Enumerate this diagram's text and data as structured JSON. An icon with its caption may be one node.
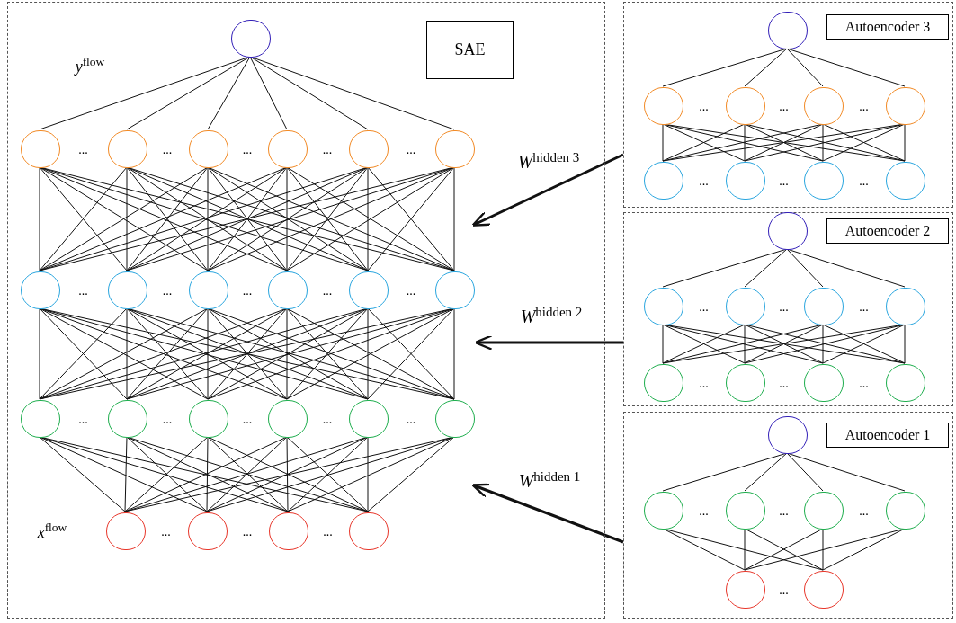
{
  "diagram": {
    "nodes": [
      {
        "text": [],
        "shape": "box"
      },
      {
        "text": [
          "SAE"
        ],
        "in": 0
      },
      {
        "text": [],
        "shape": "circle",
        "in": 0
      },
      {
        "text": [],
        "shape": "circle",
        "in": 0
      },
      {
        "text": [],
        "shape": "circle",
        "in": 0
      },
      {
        "text": [],
        "shape": "circle",
        "in": 0
      },
      {
        "text": [],
        "shape": "circle",
        "in": 0
      },
      {
        "text": [],
        "shape": "circle",
        "in": 0
      },
      {
        "text": [],
        "shape": "circle",
        "in": 0
      },
      {
        "text": [],
        "shape": "circle",
        "in": 0
      },
      {
        "text": [],
        "shape": "circle",
        "in": 0
      },
      {
        "text": [],
        "shape": "circle",
        "in": 0
      },
      {
        "text": [],
        "shape": "circle",
        "in": 0
      },
      {
        "text": [],
        "shape": "circle",
        "in": 0
      },
      {
        "text": [],
        "shape": "circle",
        "in": 0
      },
      {
        "text": [],
        "shape": "circle",
        "in": 0
      },
      {
        "text": [],
        "shape": "circle",
        "in": 0
      },
      {
        "text": [],
        "shape": "circle",
        "in": 0
      },
      {
        "text": [],
        "shape": "circle",
        "in": 0
      },
      {
        "text": [],
        "shape": "circle",
        "in": 0
      },
      {
        "text": [],
        "shape": "circle",
        "in": 0
      },
      {
        "text": [],
        "shape": "circle",
        "in": 0
      },
      {
        "text": [],
        "shape": "circle",
        "in": 0
      },
      {
        "text": [],
        "shape": "circle",
        "in": 0
      },
      {
        "text": [],
        "shape": "circle",
        "in": 0
      },
      {
        "text": [],
        "shape": "box"
      },
      {
        "text": [
          "Autoencoder 3"
        ],
        "in": 25
      },
      {
        "text": [],
        "shape": "circle",
        "in": 25
      },
      {
        "text": [],
        "shape": "circle",
        "in": 25
      },
      {
        "text": [],
        "shape": "circle",
        "in": 25
      },
      {
        "text": [],
        "shape": "circle",
        "in": 25
      },
      {
        "text": [],
        "shape": "circle",
        "in": 25
      },
      {
        "text": [],
        "shape": "circle",
        "in": 25
      },
      {
        "text": [],
        "shape": "circle",
        "in": 25
      },
      {
        "text": [],
        "shape": "circle",
        "in": 25
      },
      {
        "text": [],
        "shape": "circle",
        "in": 25
      },
      {
        "text": [],
        "shape": "box"
      },
      {
        "text": [
          "Autoencoder 2"
        ],
        "in": 36
      },
      {
        "text": [],
        "shape": "circle",
        "in": 36
      },
      {
        "text": [],
        "shape": "circle",
        "in": 36
      },
      {
        "text": [],
        "shape": "circle",
        "in": 36
      },
      {
        "text": [],
        "shape": "circle",
        "in": 36
      },
      {
        "text": [],
        "shape": "circle",
        "in": 36
      },
      {
        "text": [],
        "shape": "circle",
        "in": 36
      },
      {
        "text": [],
        "shape": "circle",
        "in": 36
      },
      {
        "text": [],
        "shape": "circle",
        "in": 36
      },
      {
        "text": [],
        "shape": "circle",
        "in": 36
      },
      {
        "text": [],
        "shape": "box"
      },
      {
        "text": [
          "Autoencoder 1"
        ],
        "in": 47
      },
      {
        "text": [],
        "shape": "circle",
        "in": 47
      },
      {
        "text": [],
        "shape": "circle",
        "in": 47
      },
      {
        "text": [],
        "shape": "circle",
        "in": 47
      },
      {
        "text": [],
        "shape": "circle",
        "in": 47
      },
      {
        "text": [],
        "shape": "circle",
        "in": 47
      },
      {
        "text": [],
        "shape": "circle",
        "in": 47
      },
      {
        "text": [],
        "shape": "circle",
        "in": 47
      }
    ],
    "edges": [
      {
        "from": 2,
        "to": 3,
        "arrow": "none"
      },
      {
        "from": 2,
        "to": 4,
        "arrow": "none"
      },
      {
        "from": 2,
        "to": 5,
        "arrow": "none"
      },
      {
        "from": 2,
        "to": 6,
        "arrow": "none"
      },
      {
        "from": 2,
        "to": 7,
        "arrow": "none"
      },
      {
        "from": 2,
        "to": 8,
        "arrow": "none"
      },
      {
        "from": 3,
        "to": 9,
        "arrow": "none"
      },
      {
        "from": 3,
        "to": 10,
        "arrow": "none"
      },
      {
        "from": 3,
        "to": 11,
        "arrow": "none"
      },
      {
        "from": 3,
        "to": 12,
        "arrow": "none"
      },
      {
        "from": 3,
        "to": 13,
        "arrow": "none"
      },
      {
        "from": 3,
        "to": 14,
        "arrow": "none"
      },
      {
        "from": 4,
        "to": 9,
        "arrow": "none"
      },
      {
        "from": 4,
        "to": 10,
        "arrow": "none"
      },
      {
        "from": 4,
        "to": 11,
        "arrow": "none"
      },
      {
        "from": 4,
        "to": 12,
        "arrow": "none"
      },
      {
        "from": 4,
        "to": 13,
        "arrow": "none"
      },
      {
        "from": 4,
        "to": 14,
        "arrow": "none"
      },
      {
        "from": 5,
        "to": 9,
        "arrow": "none"
      },
      {
        "from": 5,
        "to": 10,
        "arrow": "none"
      },
      {
        "from": 5,
        "to": 11,
        "arrow": "none"
      },
      {
        "from": 5,
        "to": 12,
        "arrow": "none"
      },
      {
        "from": 5,
        "to": 13,
        "arrow": "none"
      },
      {
        "from": 5,
        "to": 14,
        "arrow": "none"
      },
      {
        "from": 6,
        "to": 9,
        "arrow": "none"
      },
      {
        "from": 6,
        "to": 10,
        "arrow": "none"
      },
      {
        "from": 6,
        "to": 11,
        "arrow": "none"
      },
      {
        "from": 6,
        "to": 12,
        "arrow": "none"
      },
      {
        "from": 6,
        "to": 13,
        "arrow": "none"
      },
      {
        "from": 6,
        "to": 14,
        "arrow": "none"
      },
      {
        "from": 7,
        "to": 9,
        "arrow": "none"
      },
      {
        "from": 7,
        "to": 10,
        "arrow": "none"
      },
      {
        "from": 7,
        "to": 11,
        "arrow": "none"
      },
      {
        "from": 7,
        "to": 12,
        "arrow": "none"
      },
      {
        "from": 7,
        "to": 13,
        "arrow": "none"
      },
      {
        "from": 7,
        "to": 14,
        "arrow": "none"
      },
      {
        "from": 8,
        "to": 9,
        "arrow": "none"
      },
      {
        "from": 8,
        "to": 10,
        "arrow": "none"
      },
      {
        "from": 8,
        "to": 11,
        "arrow": "none"
      },
      {
        "from": 8,
        "to": 12,
        "arrow": "none"
      },
      {
        "from": 8,
        "to": 13,
        "arrow": "none"
      },
      {
        "from": 8,
        "to": 14,
        "arrow": "none"
      },
      {
        "from": 9,
        "to": 15,
        "arrow": "none"
      },
      {
        "from": 9,
        "to": 16,
        "arrow": "none"
      },
      {
        "from": 9,
        "to": 17,
        "arrow": "none"
      },
      {
        "from": 9,
        "to": 18,
        "arrow": "none"
      },
      {
        "from": 9,
        "to": 19,
        "arrow": "none"
      },
      {
        "from": 9,
        "to": 20,
        "arrow": "none"
      },
      {
        "from": 10,
        "to": 15,
        "arrow": "none"
      },
      {
        "from": 10,
        "to": 16,
        "arrow": "none"
      },
      {
        "from": 10,
        "to": 17,
        "arrow": "none"
      },
      {
        "from": 10,
        "to": 18,
        "arrow": "none"
      },
      {
        "from": 10,
        "to": 19,
        "arrow": "none"
      },
      {
        "from": 10,
        "to": 20,
        "arrow": "none"
      },
      {
        "from": 11,
        "to": 15,
        "arrow": "none"
      },
      {
        "from": 11,
        "to": 16,
        "arrow": "none"
      },
      {
        "from": 11,
        "to": 17,
        "arrow": "none"
      },
      {
        "from": 11,
        "to": 18,
        "arrow": "none"
      },
      {
        "from": 11,
        "to": 19,
        "arrow": "none"
      },
      {
        "from": 11,
        "to": 20,
        "arrow": "none"
      },
      {
        "from": 12,
        "to": 15,
        "arrow": "none"
      },
      {
        "from": 12,
        "to": 16,
        "arrow": "none"
      },
      {
        "from": 12,
        "to": 17,
        "arrow": "none"
      },
      {
        "from": 12,
        "to": 18,
        "arrow": "none"
      },
      {
        "from": 12,
        "to": 19,
        "arrow": "none"
      },
      {
        "from": 12,
        "to": 20,
        "arrow": "none"
      },
      {
        "from": 13,
        "to": 15,
        "arrow": "none"
      },
      {
        "from": 13,
        "to": 16,
        "arrow": "none"
      },
      {
        "from": 13,
        "to": 17,
        "arrow": "none"
      },
      {
        "from": 13,
        "to": 18,
        "arrow": "none"
      },
      {
        "from": 13,
        "to": 19,
        "arrow": "none"
      },
      {
        "from": 13,
        "to": 20,
        "arrow": "none"
      },
      {
        "from": 14,
        "to": 15,
        "arrow": "none"
      },
      {
        "from": 14,
        "to": 16,
        "arrow": "none"
      },
      {
        "from": 14,
        "to": 17,
        "arrow": "none"
      },
      {
        "from": 14,
        "to": 18,
        "arrow": "none"
      },
      {
        "from": 14,
        "to": 19,
        "arrow": "none"
      },
      {
        "from": 14,
        "to": 20,
        "arrow": "none"
      },
      {
        "from": 15,
        "to": 21,
        "arrow": "none"
      },
      {
        "from": 15,
        "to": 22,
        "arrow": "none"
      },
      {
        "from": 15,
        "to": 23,
        "arrow": "none"
      },
      {
        "from": 15,
        "to": 24,
        "arrow": "none"
      },
      {
        "from": 16,
        "to": 21,
        "arrow": "none"
      },
      {
        "from": 16,
        "to": 22,
        "arrow": "none"
      },
      {
        "from": 16,
        "to": 23,
        "arrow": "none"
      },
      {
        "from": 16,
        "to": 24,
        "arrow": "none"
      },
      {
        "from": 17,
        "to": 21,
        "arrow": "none"
      },
      {
        "from": 17,
        "to": 22,
        "arrow": "none"
      },
      {
        "from": 17,
        "to": 23,
        "arrow": "none"
      },
      {
        "from": 17,
        "to": 24,
        "arrow": "none"
      },
      {
        "from": 18,
        "to": 21,
        "arrow": "none"
      },
      {
        "from": 18,
        "to": 22,
        "arrow": "none"
      },
      {
        "from": 18,
        "to": 23,
        "arrow": "none"
      },
      {
        "from": 18,
        "to": 24,
        "arrow": "none"
      },
      {
        "from": 19,
        "to": 21,
        "arrow": "none"
      },
      {
        "from": 19,
        "to": 22,
        "arrow": "none"
      },
      {
        "from": 19,
        "to": 23,
        "arrow": "none"
      },
      {
        "from": 19,
        "to": 24,
        "arrow": "none"
      },
      {
        "from": 20,
        "to": 21,
        "arrow": "none"
      },
      {
        "from": 20,
        "to": 22,
        "arrow": "none"
      },
      {
        "from": 20,
        "to": 23,
        "arrow": "none"
      },
      {
        "from": 20,
        "to": 24,
        "arrow": "none"
      },
      {
        "from": 27,
        "to": 28,
        "arrow": "none"
      },
      {
        "from": 27,
        "to": 29,
        "arrow": "none"
      },
      {
        "from": 27,
        "to": 30,
        "arrow": "none"
      },
      {
        "from": 27,
        "to": 31,
        "arrow": "none"
      },
      {
        "from": 28,
        "to": 32,
        "arrow": "none"
      },
      {
        "from": 28,
        "to": 33,
        "arrow": "none"
      },
      {
        "from": 28,
        "to": 34,
        "arrow": "none"
      },
      {
        "from": 28,
        "to": 35,
        "arrow": "none"
      },
      {
        "from": 29,
        "to": 32,
        "arrow": "none"
      },
      {
        "from": 29,
        "to": 33,
        "arrow": "none"
      },
      {
        "from": 29,
        "to": 34,
        "arrow": "none"
      },
      {
        "from": 29,
        "to": 35,
        "arrow": "none"
      },
      {
        "from": 30,
        "to": 32,
        "arrow": "none"
      },
      {
        "from": 30,
        "to": 33,
        "arrow": "none"
      },
      {
        "from": 30,
        "to": 34,
        "arrow": "none"
      },
      {
        "from": 30,
        "to": 35,
        "arrow": "none"
      },
      {
        "from": 31,
        "to": 32,
        "arrow": "none"
      },
      {
        "from": 31,
        "to": 33,
        "arrow": "none"
      },
      {
        "from": 31,
        "to": 34,
        "arrow": "none"
      },
      {
        "from": 31,
        "to": 35,
        "arrow": "none"
      },
      {
        "from": 38,
        "to": 39,
        "arrow": "none"
      },
      {
        "from": 38,
        "to": 40,
        "arrow": "none"
      },
      {
        "from": 38,
        "to": 41,
        "arrow": "none"
      },
      {
        "from": 38,
        "to": 42,
        "arrow": "none"
      },
      {
        "from": 39,
        "to": 43,
        "arrow": "none"
      },
      {
        "from": 39,
        "to": 44,
        "arrow": "none"
      },
      {
        "from": 39,
        "to": 45,
        "arrow": "none"
      },
      {
        "from": 39,
        "to": 46,
        "arrow": "none"
      },
      {
        "from": 40,
        "to": 43,
        "arrow": "none"
      },
      {
        "from": 40,
        "to": 44,
        "arrow": "none"
      },
      {
        "from": 40,
        "to": 45,
        "arrow": "none"
      },
      {
        "from": 40,
        "to": 46,
        "arrow": "none"
      },
      {
        "from": 41,
        "to": 43,
        "arrow": "none"
      },
      {
        "from": 41,
        "to": 44,
        "arrow": "none"
      },
      {
        "from": 41,
        "to": 45,
        "arrow": "none"
      },
      {
        "from": 41,
        "to": 46,
        "arrow": "none"
      },
      {
        "from": 42,
        "to": 43,
        "arrow": "none"
      },
      {
        "from": 42,
        "to": 44,
        "arrow": "none"
      },
      {
        "from": 42,
        "to": 45,
        "arrow": "none"
      },
      {
        "from": 42,
        "to": 46,
        "arrow": "none"
      },
      {
        "from": 49,
        "to": 50,
        "arrow": "none"
      },
      {
        "from": 49,
        "to": 51,
        "arrow": "none"
      },
      {
        "from": 49,
        "to": 52,
        "arrow": "none"
      },
      {
        "from": 49,
        "to": 53,
        "arrow": "none"
      },
      {
        "from": 50,
        "to": 54,
        "arrow": "none"
      },
      {
        "from": 50,
        "to": 55,
        "arrow": "none"
      },
      {
        "from": 51,
        "to": 54,
        "arrow": "none"
      },
      {
        "from": 51,
        "to": 55,
        "arrow": "none"
      },
      {
        "from": 52,
        "to": 54,
        "arrow": "none"
      },
      {
        "from": 52,
        "to": 55,
        "arrow": "none"
      },
      {
        "from": 53,
        "to": 54,
        "arrow": "none"
      },
      {
        "from": 53,
        "to": 55,
        "arrow": "none"
      },
      {
        "from": 25,
        "to": null,
        "arrow": "to",
        "label": "*W*$^{hidden 3}$",
        "style": "thick"
      },
      {
        "from": 36,
        "to": null,
        "arrow": "to",
        "label": "*W*$^{hidden 2}$",
        "style": "thick"
      },
      {
        "from": 47,
        "to": null,
        "arrow": "to",
        "label": "*W*$^{hidden 1}$",
        "style": "thick"
      }
    ],
    "labels": [
      "*y*$^{flow}$",
      "...",
      "...",
      "...",
      "...",
      "...",
      "...",
      "...",
      "...",
      "...",
      "...",
      "...",
      "...",
      "...",
      "...",
      "...",
      "...",
      "...",
      "...",
      "...",
      "...",
      "...",
      "...",
      "...",
      "...",
      "...",
      "...",
      "...",
      "...",
      "...",
      "...",
      "*x*$^{flow}$",
      "...",
      "...",
      "...",
      "..."
    ]
  }
}
